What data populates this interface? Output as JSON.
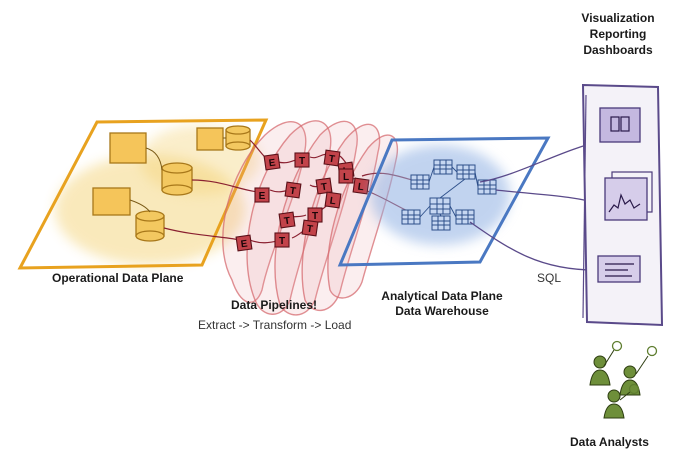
{
  "labels": {
    "operational": "Operational Data Plane",
    "pipelines": "Data Pipelines!",
    "etl_flow": "Extract -> Transform -> Load",
    "analytical_line1": "Analytical Data Plane",
    "analytical_line2": "Data Warehouse",
    "sql": "SQL",
    "viz_line1": "Visualization",
    "viz_line2": "Reporting",
    "viz_line3": "Dashboards",
    "analysts": "Data Analysts"
  },
  "etl_boxes": [
    {
      "letter": "E"
    },
    {
      "letter": "T"
    },
    {
      "letter": "T"
    },
    {
      "letter": "L"
    },
    {
      "letter": "E"
    },
    {
      "letter": "T"
    },
    {
      "letter": "T"
    },
    {
      "letter": "L"
    },
    {
      "letter": "L"
    },
    {
      "letter": "T"
    },
    {
      "letter": "T"
    },
    {
      "letter": "L"
    },
    {
      "letter": "E"
    },
    {
      "letter": "T"
    },
    {
      "letter": "T"
    }
  ],
  "colors": {
    "operational": "#e8a21f",
    "operational_fill": "#f3cf6a",
    "pipeline": "#b8323a",
    "pipeline_fill": "#e9a3a6",
    "warehouse": "#4a78c2",
    "warehouse_fill": "#8fb0e3",
    "dashboard": "#6a5a9a",
    "analyst": "#5e7d2f"
  }
}
